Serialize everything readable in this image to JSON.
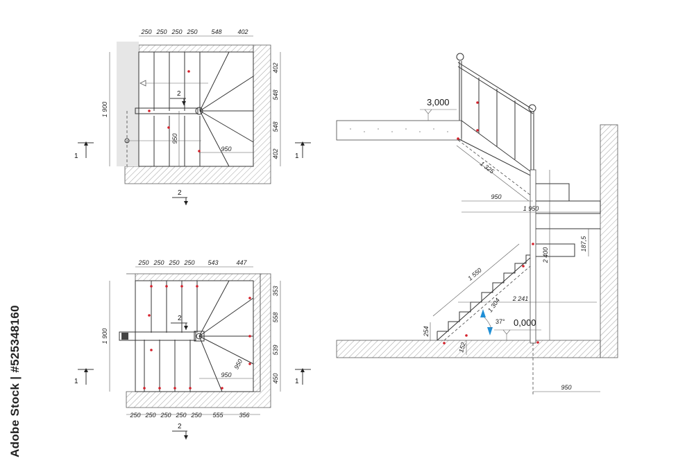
{
  "top_plan": {
    "dims_top": [
      "250",
      "250",
      "250",
      "250",
      "548",
      "402"
    ],
    "dims_right": [
      "402",
      "548",
      "548",
      "402"
    ],
    "dim_left": "1 900",
    "dim_inner_vertical": "950",
    "dim_inner_horizontal": "950",
    "section_2_top": "2",
    "section_2_bottom": "2",
    "section_1_left": "1",
    "section_1_right": "1"
  },
  "bottom_plan": {
    "dims_top": [
      "250",
      "250",
      "250",
      "250",
      "543",
      "447"
    ],
    "dims_right": [
      "353",
      "558",
      "539",
      "450"
    ],
    "dims_bottom": [
      "250",
      "250",
      "250",
      "250",
      "250",
      "555",
      "356"
    ],
    "dim_left": "1 900",
    "dim_inner_diagonal": "950",
    "dim_inner_horizontal": "950",
    "section_2_top": "2",
    "section_2_bottom": "2",
    "section_1_left": "1",
    "section_1_right": "1"
  },
  "section": {
    "level_top": "3,000",
    "level_bottom": "0,000",
    "dim_upper_flight": "1 325",
    "dim_950_upper": "950",
    "dim_1950": "1 950",
    "dim_2400": "2 400",
    "dim_187_5": "187,5",
    "dim_lower_flight": "1 550",
    "dim_1304": "1 304",
    "dim_2241": "2 241",
    "angle": "37°",
    "dim_254": "254",
    "dim_152": "152",
    "dim_950_bottom": "950"
  },
  "watermark": "Adobe Stock | #525348160",
  "colors": {
    "marker_red": "#d4202a",
    "angle_blue": "#1f8fd6",
    "hatch": "#777777"
  }
}
